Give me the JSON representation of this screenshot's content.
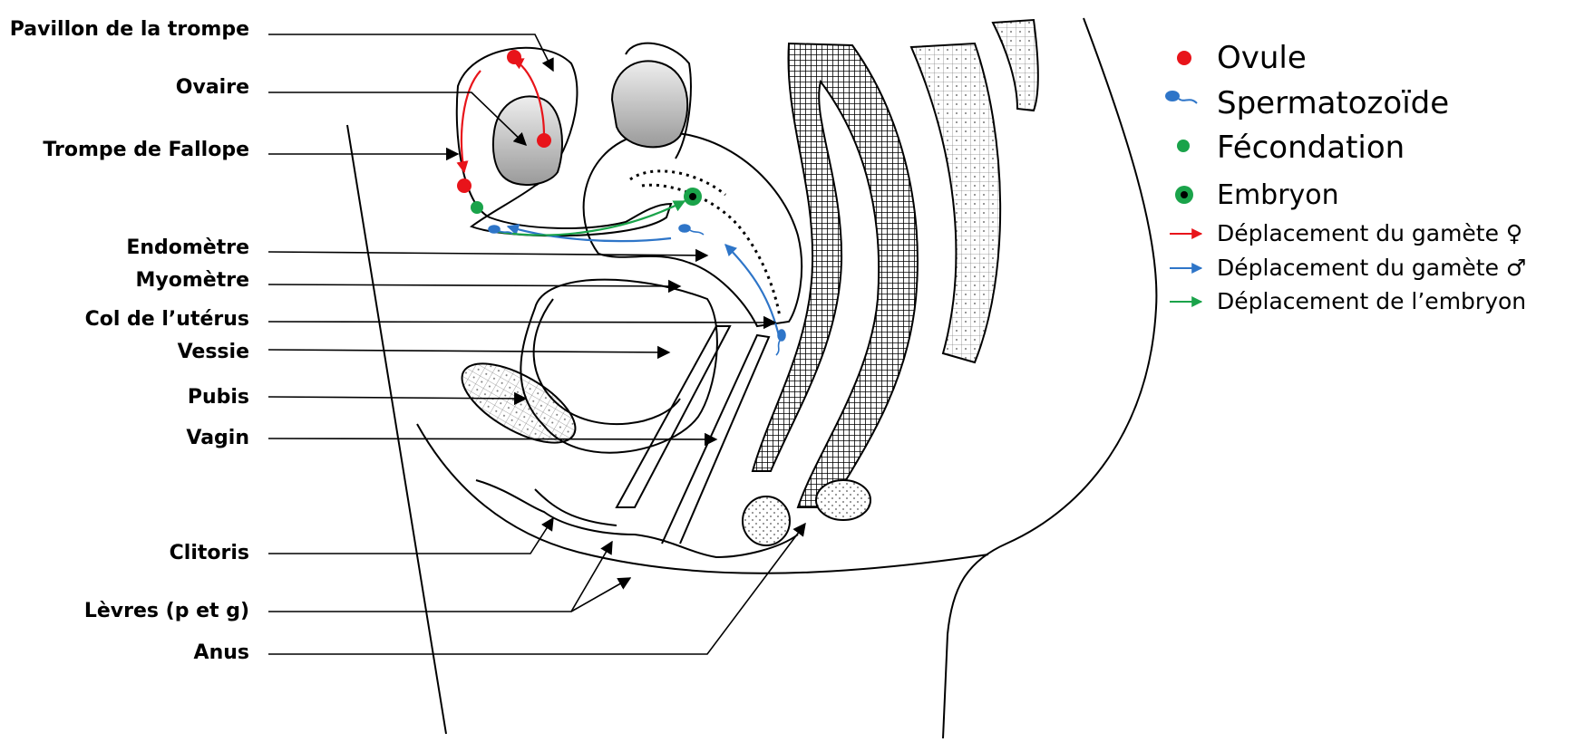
{
  "labels": {
    "pavillon": "Pavillon de la trompe",
    "ovaire": "Ovaire",
    "trompe": "Trompe de Fallope",
    "endometre": "Endomètre",
    "myometre": "Myomètre",
    "col": "Col de l’utérus",
    "vessie": "Vessie",
    "pubis": "Pubis",
    "vagin": "Vagin",
    "clitoris": "Clitoris",
    "levres": "Lèvres (p et g)",
    "anus": "Anus"
  },
  "legend": {
    "ovule": "Ovule",
    "spermatozoide": "Spermatozoïde",
    "fecondation": "Fécondation",
    "embryon": "Embryon",
    "deplacement_femelle": "Déplacement du gamète ♀",
    "deplacement_male": "Déplacement du gamète ♂",
    "deplacement_embryon": "Déplacement de l’embryon"
  },
  "colors": {
    "ovule": "#e8141a",
    "spermatozoide": "#2e75c8",
    "fecondation": "#1aa34a",
    "embryon_ring": "#1aa34a",
    "line": "#000000"
  }
}
